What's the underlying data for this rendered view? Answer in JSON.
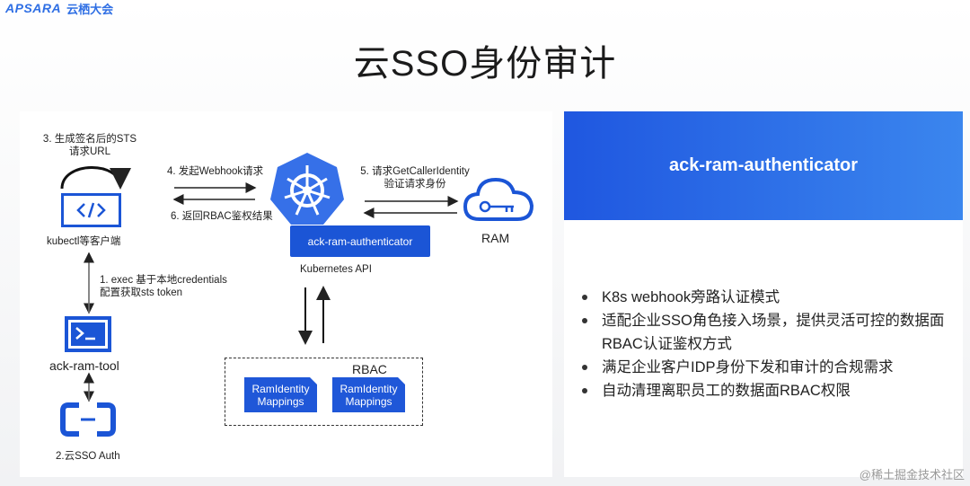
{
  "logo": {
    "brand": "APSARA",
    "brand_cn": "云栖大会"
  },
  "title": "云SSO身份审计",
  "diagram": {
    "step3": "3. 生成签名后的STS\n请求URL",
    "kubectl_label": "kubectl等客户端",
    "step1": "1. exec 基于本地credentials\n配置获取sts token",
    "tool_label": "ack-ram-tool",
    "step2": "2.云SSO Auth",
    "step4": "4. 发起Webhook请求",
    "step6": "6. 返回RBAC鉴权结果",
    "authenticator_chip": "ack-ram-authenticator",
    "k8s_api_label": "Kubernetes API",
    "step5": "5. 请求GetCallerIdentity\n验证请求身份",
    "ram_label": "RAM",
    "rbac_label": "RBAC",
    "mapping1": "RamIdentity\nMappings",
    "mapping2": "RamIdentity\nMappings"
  },
  "panel": {
    "header": "ack-ram-authenticator",
    "bullets": [
      "K8s webhook旁路认证模式",
      "适配企业SSO角色接入场景，提供灵活可控的数据面RBAC认证鉴权方式",
      "满足企业客户IDP身份下发和审计的合规需求",
      "自动清理离职员工的数据面RBAC权限"
    ]
  },
  "watermark": "@稀土掘金技术社区",
  "colors": {
    "brand_blue": "#1b55d6",
    "header_gradient_start": "#1f57e0",
    "header_gradient_end": "#3b86ee"
  }
}
